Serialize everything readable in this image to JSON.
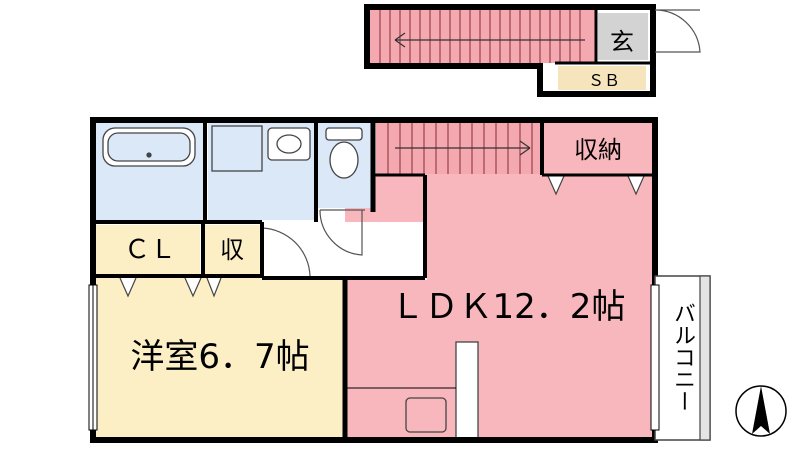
{
  "colors": {
    "ldk": "#f7b7bc",
    "bedroom": "#fcefc6",
    "wet_area": "#dbe8f8",
    "stairs": "#f4a9b1",
    "genkan": "#d3d3d3",
    "sb": "#f5e4bc",
    "wall": "#000000",
    "balcony": "#ffffff"
  },
  "rooms": {
    "genkan": "玄",
    "sb": "ＳＢ",
    "closet": "ＣＬ",
    "storage_small": "収",
    "storage": "収納",
    "ldk": "ＬＤＫ12．2帖",
    "bedroom": "洋室6．7帖",
    "balcony": "バルコニー"
  },
  "icons": {
    "compass": "north-arrow-icon"
  }
}
